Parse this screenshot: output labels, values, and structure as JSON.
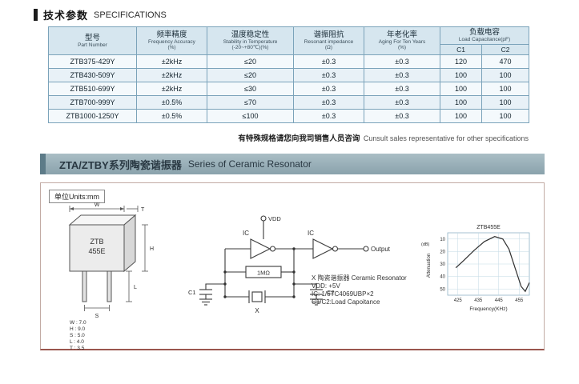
{
  "header": {
    "title_zh": "技术参数",
    "title_en": "SPECIFICATIONS"
  },
  "spec_table": {
    "columns": {
      "part": {
        "zh": "型号",
        "en": "Part Number"
      },
      "freq": {
        "zh": "频率精度",
        "en": "Frequency Accuracy",
        "unit": "(%)"
      },
      "temp": {
        "zh": "温度稳定性",
        "en": "Stability in Temperature",
        "unit": "(-20~+80℃)(%)"
      },
      "res": {
        "zh": "谐振阻抗",
        "en": "Resonant impedance",
        "unit": "(Ω)"
      },
      "aging": {
        "zh": "年老化率",
        "en": "Aging For Ten Years",
        "unit": "(%)"
      },
      "load": {
        "zh": "负载电容",
        "en": "Load Capacitance(pF)",
        "c1": "C1",
        "c2": "C2"
      }
    },
    "rows": [
      {
        "part": "ZTB375-429Y",
        "freq": "±2kHz",
        "temp": "≤20",
        "res": "±0.3",
        "aging": "±0.3",
        "c1": "120",
        "c2": "470"
      },
      {
        "part": "ZTB430-509Y",
        "freq": "±2kHz",
        "temp": "≤20",
        "res": "±0.3",
        "aging": "±0.3",
        "c1": "100",
        "c2": "100"
      },
      {
        "part": "ZTB510-699Y",
        "freq": "±2kHz",
        "temp": "≤30",
        "res": "±0.3",
        "aging": "±0.3",
        "c1": "100",
        "c2": "100"
      },
      {
        "part": "ZTB700-999Y",
        "freq": "±0.5%",
        "temp": "≤70",
        "res": "±0.3",
        "aging": "±0.3",
        "c1": "100",
        "c2": "100"
      },
      {
        "part": "ZTB1000-1250Y",
        "freq": "±0.5%",
        "temp": "≤100",
        "res": "±0.3",
        "aging": "±0.3",
        "c1": "100",
        "c2": "100"
      }
    ]
  },
  "note": {
    "zh": "有特殊规格请您向我司销售人员咨询",
    "en": "Cunsult sales representative for other specifications"
  },
  "section_banner": {
    "title_zh": "ZTA/ZTBY系列陶瓷谐振器",
    "title_en": "Series of Ceramic Resonator"
  },
  "drawing": {
    "units_label": "单位Units:mm",
    "part_line1": "ZTB",
    "part_line2": "455E",
    "dim_w": "W",
    "dim_h": "H",
    "dim_l": "L",
    "dim_s": "S",
    "dim_t": "T",
    "dims": [
      "W : 7.0",
      "H : 9.0",
      "S : 5.0",
      "L : 4.0",
      "T : 3.5"
    ]
  },
  "circuit": {
    "labels": {
      "vdd": "VDD",
      "ic": "IC",
      "resistor": "1MΩ",
      "x": "X",
      "c1": "C1",
      "c2": "C2",
      "output": "Output"
    },
    "notes": [
      "X 陶瓷谐振器 Ceramic Resonator",
      "VDD: +5V",
      "IC: 1/6TC4069UBP×2",
      "C1/C2:Load Capoitance"
    ]
  },
  "chart_data": {
    "type": "line",
    "title": "ZTB455E",
    "xlabel": "Frequency(KHz)",
    "ylabel_unit": "(dB)",
    "ylabel": "Attenuation",
    "x_ticks": [
      "425",
      "435",
      "445",
      "455"
    ],
    "y_ticks": [
      "10",
      "20",
      "30",
      "40",
      "50"
    ],
    "x_range": [
      420,
      460
    ],
    "y_range": [
      5,
      55
    ],
    "x": [
      424,
      428,
      433,
      438,
      443,
      447,
      450,
      453,
      456,
      458,
      460
    ],
    "y": [
      33,
      27,
      19,
      12,
      8,
      10,
      18,
      33,
      48,
      52,
      45
    ],
    "legend": "none",
    "grid": "on"
  }
}
